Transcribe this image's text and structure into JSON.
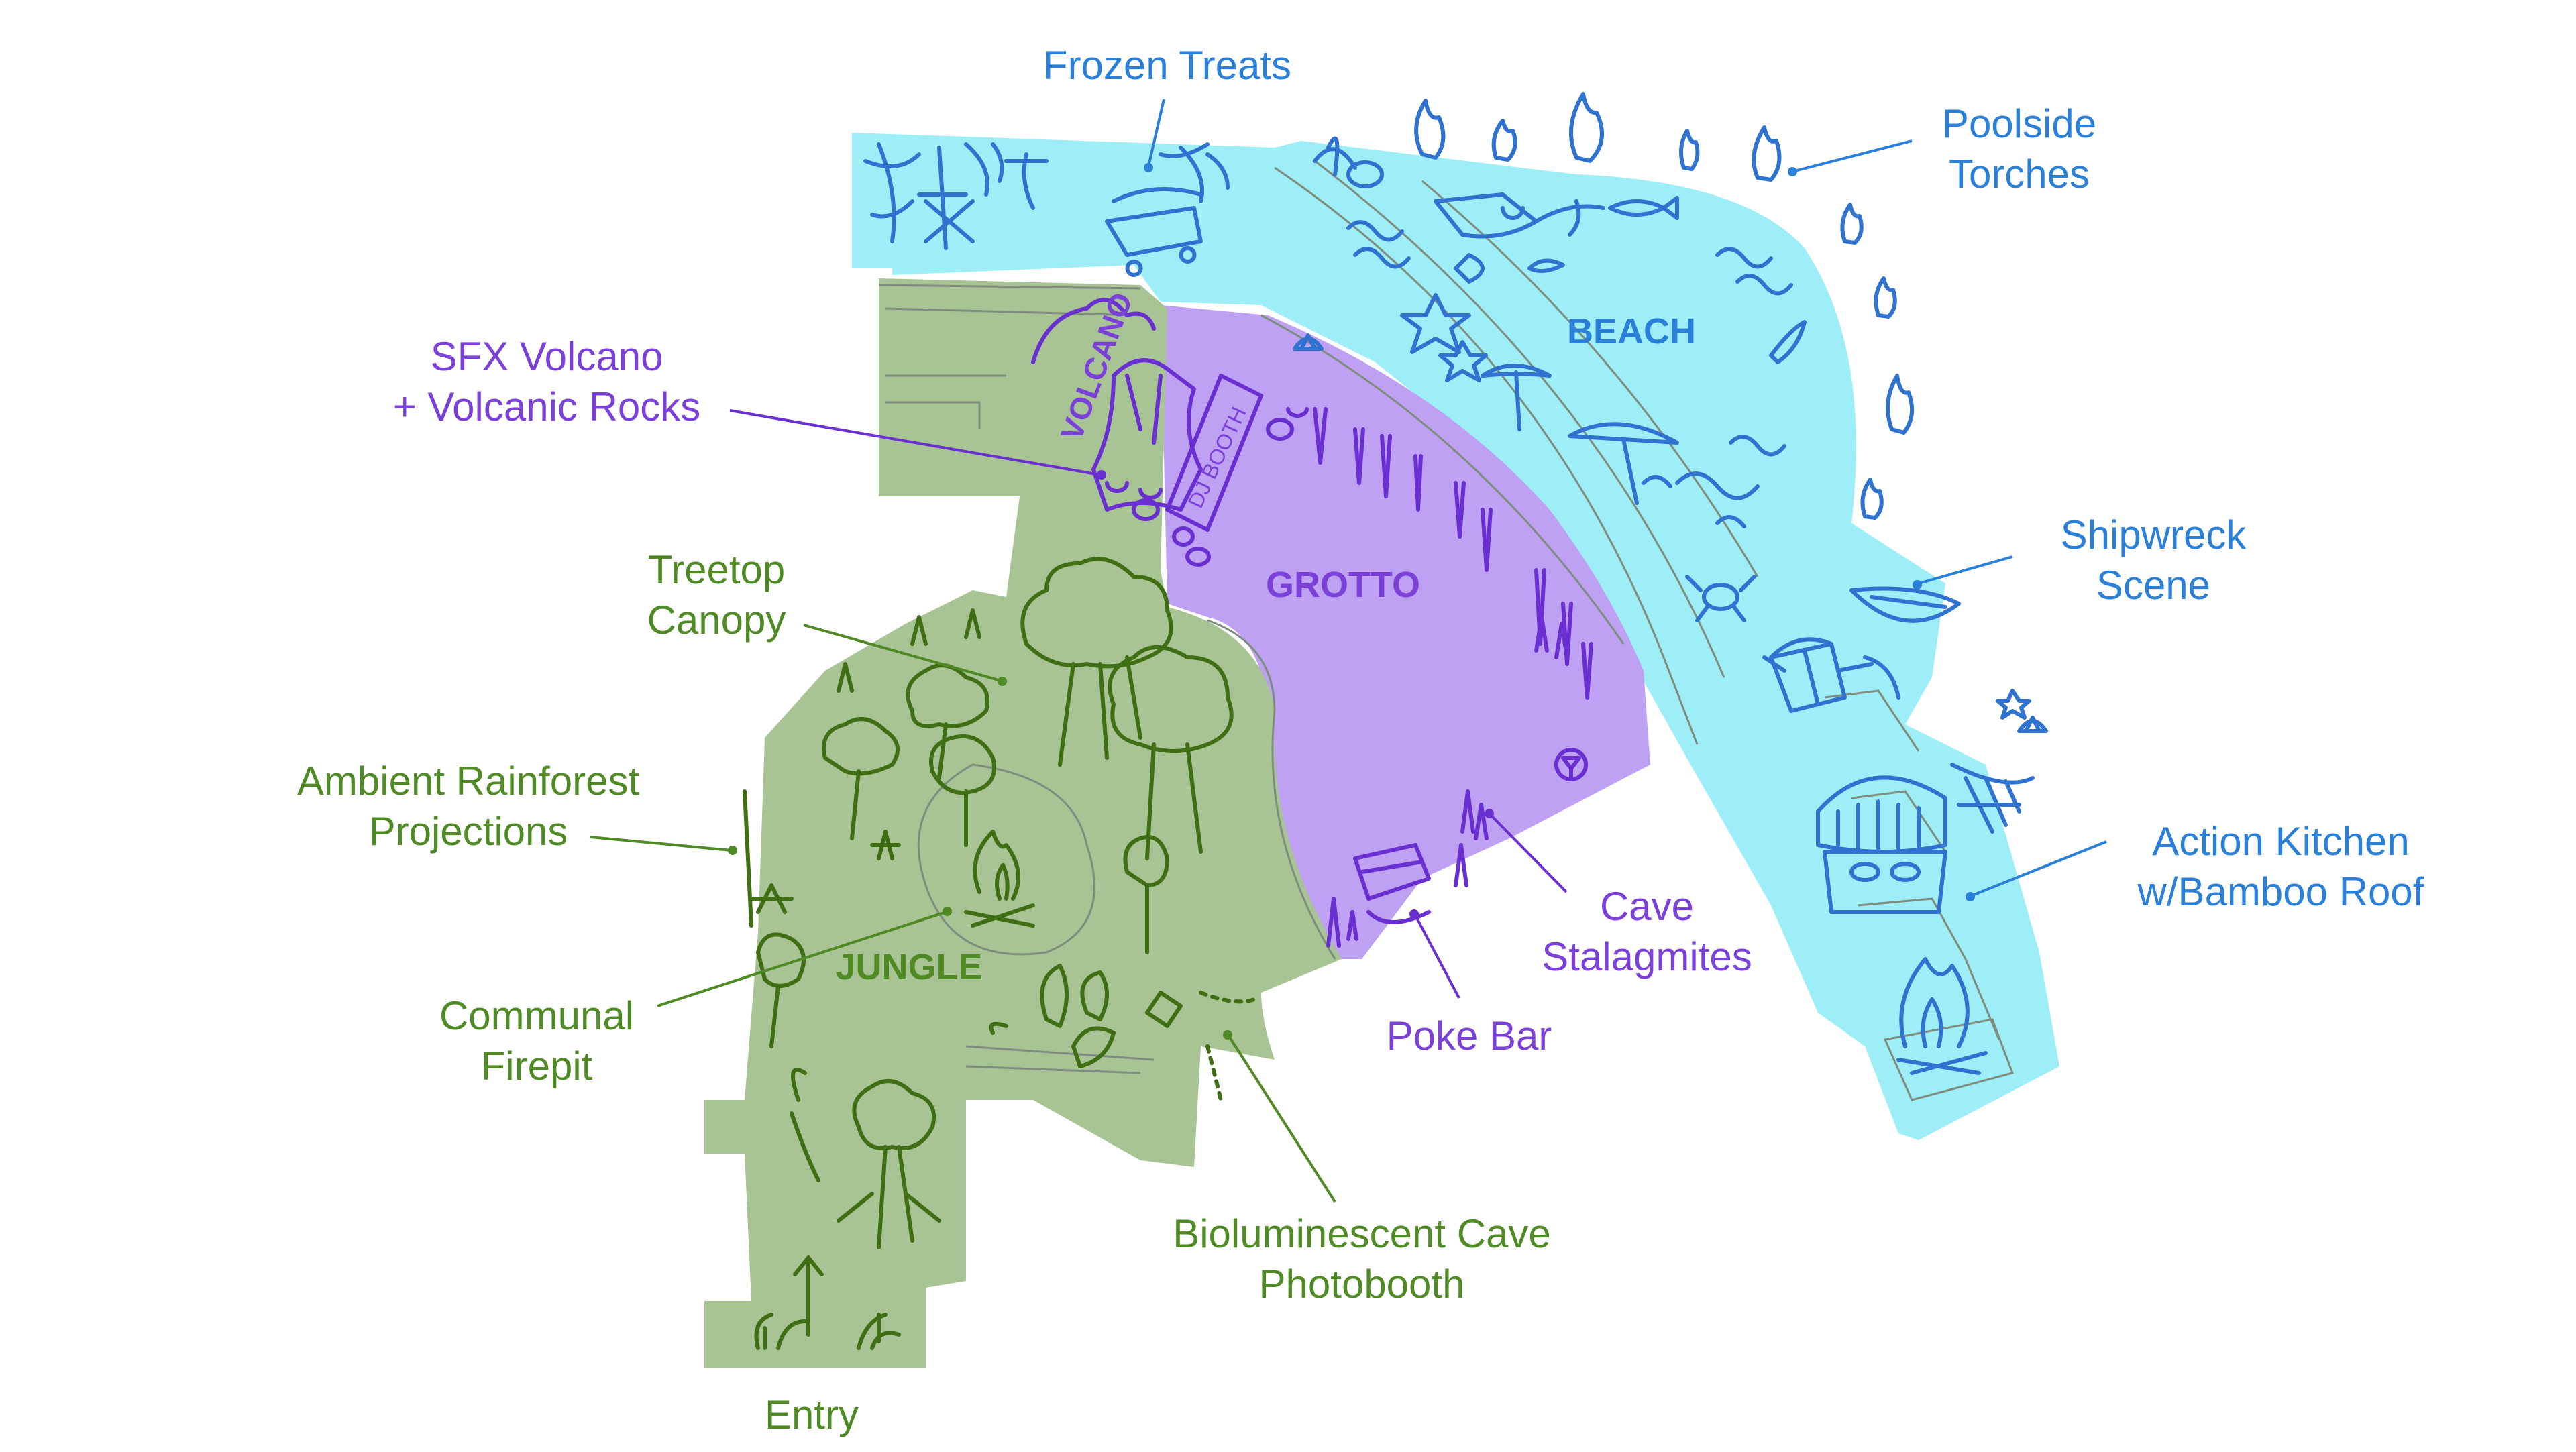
{
  "colors": {
    "jungle": "#a9c494",
    "grotto": "#bfa1f3",
    "beach": "#9eeef8",
    "jungle_text": "#4f8a25",
    "grotto_text": "#7a40d8",
    "beach_text": "#2a7fd8"
  },
  "zones": {
    "jungle": "JUNGLE",
    "grotto": "GROTTO",
    "beach": "BEACH"
  },
  "map_text": {
    "volcano": "VOLCANO",
    "dj_booth": "DJ BOOTH"
  },
  "labels": {
    "frozen_treats": "Frozen Treats",
    "poolside_torches": [
      "Poolside",
      "Torches"
    ],
    "sfx_volcano": [
      "SFX Volcano",
      "+ Volcanic Rocks"
    ],
    "treetop_canopy": [
      "Treetop",
      "Canopy"
    ],
    "ambient_rainforest": [
      "Ambient Rainforest",
      "Projections"
    ],
    "communal_firepit": [
      "Communal",
      "Firepit"
    ],
    "shipwreck_scene": [
      "Shipwreck",
      "Scene"
    ],
    "action_kitchen": [
      "Action Kitchen",
      "w/Bamboo Roof"
    ],
    "cave_stalagmites": [
      "Cave",
      "Stalagmites"
    ],
    "poke_bar": "Poke Bar",
    "bioluminescent": [
      "Bioluminescent Cave",
      "Photobooth"
    ],
    "entry": "Entry"
  },
  "icons": [
    "flame-icon",
    "tree-icon",
    "palm-icon",
    "umbrella-icon",
    "starfish-icon",
    "fish-icon",
    "crab-icon",
    "wave-icon",
    "shell-icon",
    "boat-icon",
    "hut-icon",
    "campfire-icon",
    "stalagmite-icon",
    "martini-icon",
    "volcano-icon",
    "fern-icon",
    "arrow-up-icon"
  ]
}
